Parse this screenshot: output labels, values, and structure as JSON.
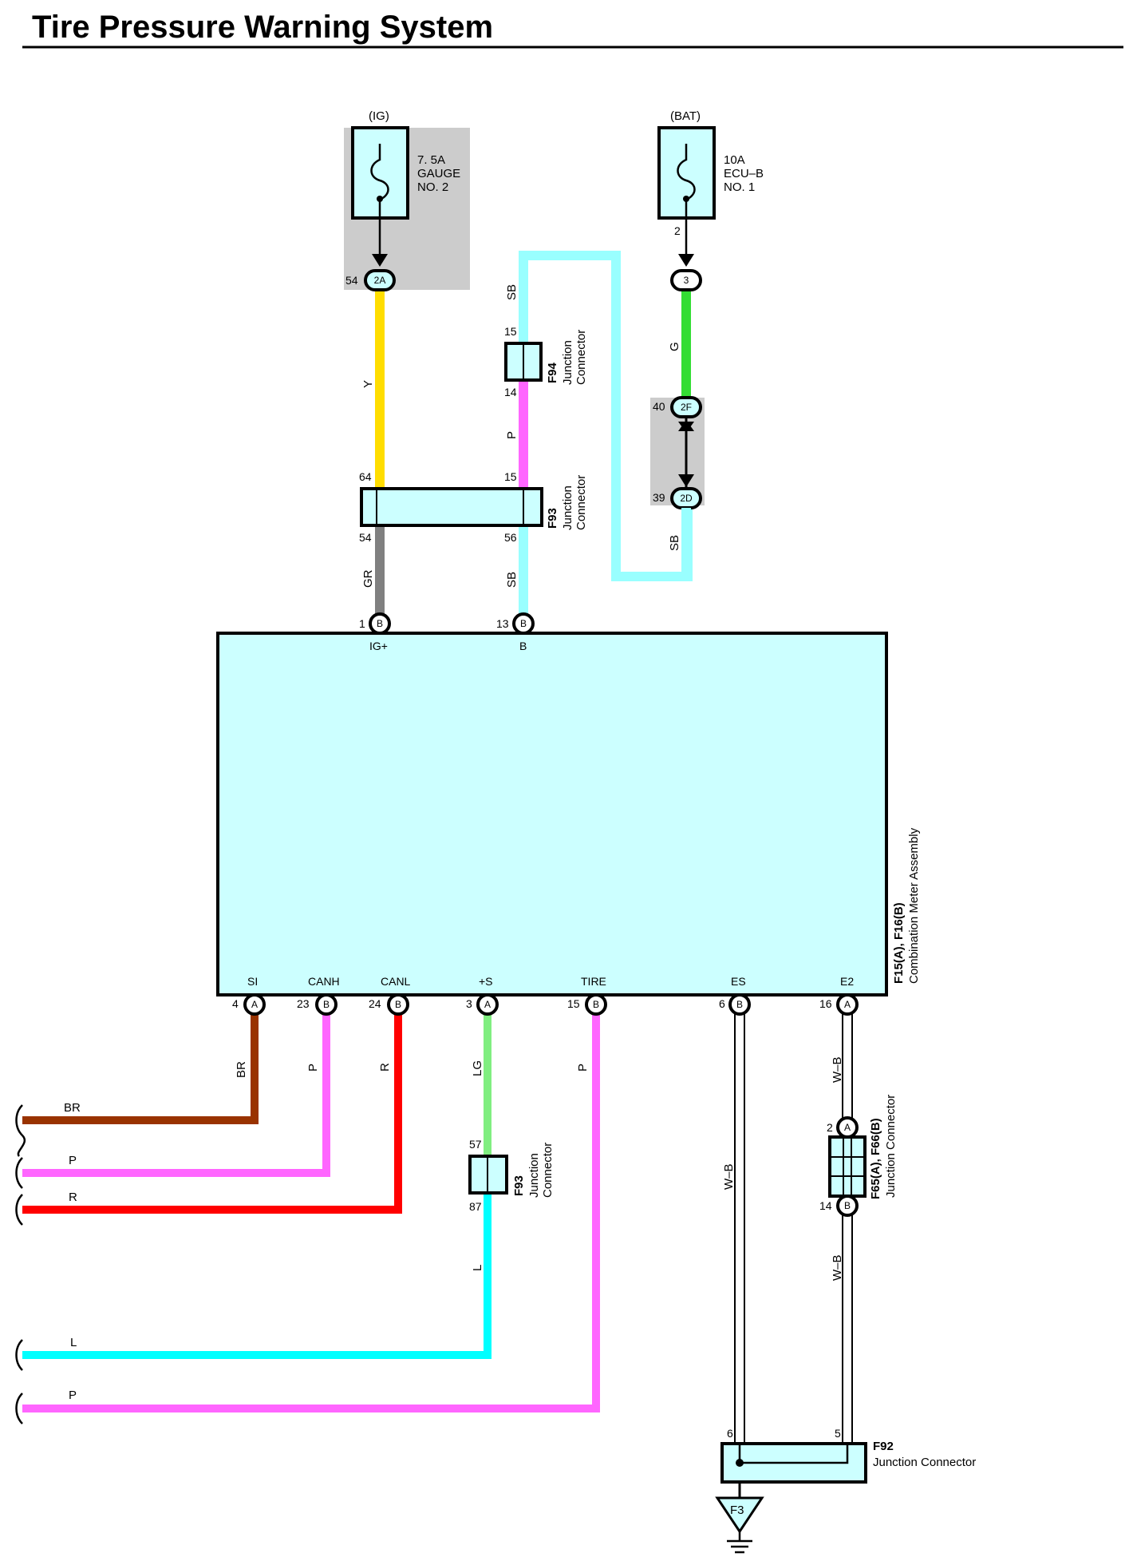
{
  "title": "Tire Pressure Warning System",
  "colors": {
    "component_fill": "#ccffff",
    "shade": "#cccccc",
    "Y": "#ffdd00",
    "GR": "#808080",
    "SB": "#99ffff",
    "P": "#ff66ff",
    "G": "#33dd33",
    "BR": "#993300",
    "R": "#ff0000",
    "LG": "#80ee80",
    "L": "#00ffff",
    "W-B": "#ffffff"
  },
  "power": {
    "ig": "(IG)",
    "bat": "(BAT)",
    "fuse1": [
      "7. 5A",
      "GAUGE",
      "NO. 2"
    ],
    "fuse2": [
      "10A",
      "ECU–B",
      "NO. 1"
    ],
    "fuse2_pin": "2"
  },
  "connectors": {
    "c2A": "2A",
    "c3": "3",
    "c2F": "2F",
    "c2D": "2D",
    "p54": "54",
    "p40": "40",
    "p39": "39",
    "A": "A",
    "B": "B"
  },
  "junctions": {
    "f94": {
      "id": "F94",
      "name": [
        "Junction",
        "Connector"
      ],
      "pin_top": "15",
      "pin_bottom": "14"
    },
    "f93_top": {
      "id": "F93",
      "name": [
        "Junction",
        "Connector"
      ],
      "pin_top_left": "64",
      "pin_top_right": "15",
      "pin_bottom_left": "54",
      "pin_bottom_right": "56"
    },
    "f93_bottom": {
      "id": "F93",
      "name": [
        "Junction",
        "Connector"
      ],
      "pin_top": "57",
      "pin_bottom": "87"
    },
    "f65": {
      "id": "F65(A), F66(B)",
      "name": "Junction Connector",
      "pin_top": "2",
      "pin_bottom": "14"
    },
    "f92": {
      "id": "F92",
      "name": "Junction Connector",
      "pin_left": "6",
      "pin_right": "5"
    },
    "ground": "F3"
  },
  "meter": {
    "id": "F15(A), F16(B)",
    "name": "Combination Meter Assembly",
    "top_pins": [
      {
        "num": "1",
        "conn": "B",
        "term": "IG+"
      },
      {
        "num": "13",
        "conn": "B",
        "term": "B"
      }
    ],
    "bottom_pins": [
      {
        "num": "4",
        "conn": "A",
        "term": "SI"
      },
      {
        "num": "23",
        "conn": "B",
        "term": "CANH"
      },
      {
        "num": "24",
        "conn": "B",
        "term": "CANL"
      },
      {
        "num": "3",
        "conn": "A",
        "term": "+S"
      },
      {
        "num": "15",
        "conn": "B",
        "term": "TIRE"
      },
      {
        "num": "6",
        "conn": "B",
        "term": "ES"
      },
      {
        "num": "16",
        "conn": "A",
        "term": "E2"
      }
    ]
  },
  "wires": {
    "y": "Y",
    "gr": "GR",
    "sb": "SB",
    "p": "P",
    "g": "G",
    "br": "BR",
    "r": "R",
    "lg": "LG",
    "l": "L",
    "wb": "W–B"
  }
}
